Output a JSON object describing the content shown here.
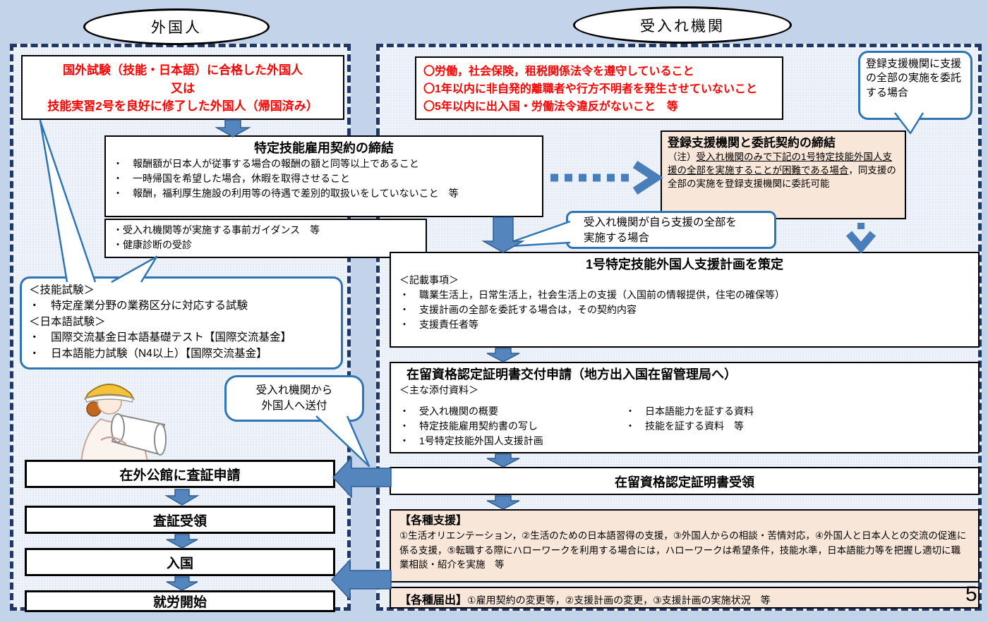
{
  "slide": {
    "page_number": "5"
  },
  "colors": {
    "background": "#c3d3ea",
    "panel_fill": "#e8eef7",
    "panel_border": "#1f3864",
    "arrow_fill": "#5585bd",
    "arrow_border": "#2e5d94",
    "bubble_border": "#2e75b6",
    "tan_fill": "#f8e7d9",
    "red_text": "#ff0000"
  },
  "headers": {
    "foreigner": "外国人",
    "accepting_org": "受入れ機関"
  },
  "foreigner_column": {
    "eligibility": {
      "lines": [
        "国外試験（技能・日本語）に合格した外国人",
        "又は",
        "技能実習2号を良好に修了した外国人（帰国済み）"
      ]
    },
    "exam_bubble": {
      "lines": [
        "＜技能試験＞",
        "・　特定産業分野の業務区分に対応する試験",
        "＜日本語試験＞",
        "・　国際交流基金日本語基礎テスト【国際交流基金】",
        "・　日本語能力試験（N4以上）【国際交流基金】"
      ]
    },
    "send_bubble": {
      "lines": [
        "受入れ機関から",
        "外国人へ送付"
      ]
    },
    "flow": {
      "visa_application": "在外公館に査証申請",
      "visa_receipt": "査証受領",
      "entry": "入国",
      "work_start": "就労開始"
    }
  },
  "shared": {
    "employment_contract": {
      "title": "特定技能雇用契約の締結",
      "items": [
        "・　報酬額が日本人が従事する場合の報酬の額と同等以上であること",
        "・　一時帰国を希望した場合，休暇を取得させること",
        "・　報酬，福利厚生施設の利用等の待遇で差別的取扱いをしていないこと　等"
      ]
    },
    "guidance": {
      "items": [
        "・受入れ機関等が実施する事前ガイダンス　等",
        "・健康診断の受診"
      ]
    }
  },
  "org_column": {
    "compliance": {
      "lines": [
        "〇労働，社会保険，租税関係法令を遵守していること",
        "〇1年以内に非自発的離職者や行方不明者を発生させていないこと",
        "〇5年以内に出入国・労働法令違反がないこと　等"
      ]
    },
    "delegation_bubble": {
      "text": "登録支援機関に支援の全部の実施を委託する場合"
    },
    "delegation_contract": {
      "title": "登録支援機関と委託契約の締結",
      "note_prefix": "（注）",
      "note_underlined": "受入れ機関のみで下記の1号特定技能外国人支援の全部を実施することが困難である場合",
      "note_rest": "，同支援の全部の実施を登録支援機関に委託可能"
    },
    "self_support_bubble": {
      "lines": [
        "受入れ機関が自ら支援の全部を",
        "実施する場合"
      ]
    },
    "support_plan": {
      "title": "1号特定技能外国人支援計画を策定",
      "subtitle": "＜記載事項＞",
      "items": [
        "・　職業生活上，日常生活上，社会生活上の支援（入国前の情報提供，住宅の確保等）",
        "・　支援計画の全部を委託する場合は，その契約内容",
        "・　支援責任者等"
      ]
    },
    "coe_application": {
      "title": "在留資格認定証明書交付申請（地方出入国在留管理局へ）",
      "subtitle": "＜主な添付資料＞",
      "items_left": [
        "・　受入れ機関の概要",
        "・　特定技能雇用契約書の写し",
        "・　1号特定技能外国人支援計画"
      ],
      "items_right": [
        "・　日本語能力を証する資料",
        "・　技能を証する資料　等"
      ]
    },
    "coe_receipt": {
      "title": "在留資格認定証明書受領"
    },
    "support_services": {
      "title": "【各種支援】",
      "body": "①生活オリエンテーション，②生活のための日本語習得の支援，③外国人からの相談・苦情対応，④外国人と日本人との交流の促進に係る支援，⑤転職する際にハローワークを利用する場合には，ハローワークは希望条件，技能水準，日本語能力等を把握し適切に職業相談・紹介を実施　等",
      "body2": ""
    },
    "notifications": {
      "title": "【各種届出】",
      "body": "①雇用契約の変更等，②支援計画の変更，③支援計画の実施状況　等"
    }
  }
}
